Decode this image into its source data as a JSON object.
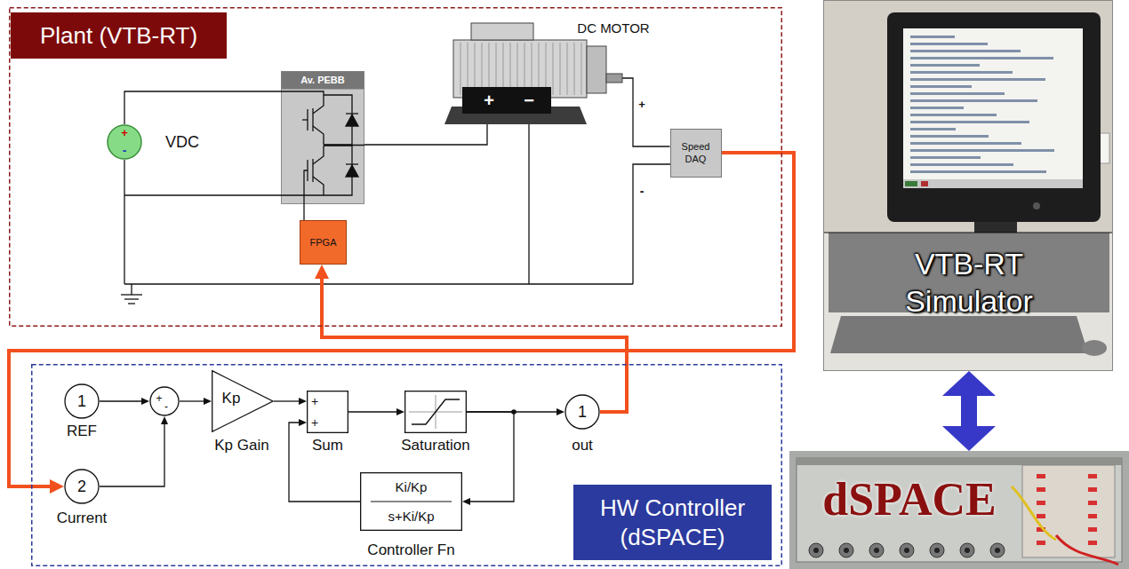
{
  "diagram": {
    "nodes": [
      {
        "text": [
          "Plant (VTB-RT)"
        ]
      },
      {
        "text": [
          "+",
          "-",
          "VDC"
        ],
        "in": 0
      },
      {
        "text": [
          "Av. PEBB"
        ],
        "in": 0
      },
      {
        "text": [
          "DC MOTOR",
          "+",
          "−"
        ],
        "in": 0
      },
      {
        "text": [
          "FPGA"
        ],
        "in": 0
      },
      {
        "text": [
          "Speed DAQ"
        ],
        "in": 0
      },
      {
        "text": [
          "HW Controller (dSPACE)"
        ]
      },
      {
        "text": [
          "1",
          "REF"
        ],
        "in": 6
      },
      {
        "text": [
          "+",
          "-"
        ],
        "in": 6
      },
      {
        "text": [
          "Kp",
          "Kp Gain"
        ],
        "in": 6
      },
      {
        "text": [
          "+",
          "+",
          "Sum"
        ],
        "in": 6
      },
      {
        "text": [
          "Saturation"
        ],
        "in": 6
      },
      {
        "text": [
          "1",
          "out"
        ],
        "in": 6
      },
      {
        "text": [
          "2",
          "Current"
        ],
        "in": 6
      },
      {
        "text": [
          "Ki/Kp",
          "s+Ki/Kp",
          "Controller Fn"
        ],
        "in": 6
      },
      {
        "text": [
          "VTB-RT Simulator"
        ]
      },
      {
        "text": [
          "dSPACE"
        ]
      }
    ],
    "edges": [
      {
        "from": 1,
        "to": 2,
        "arrow": "none"
      },
      {
        "from": 2,
        "to": 3,
        "arrow": "none"
      },
      {
        "from": 4,
        "to": 2,
        "arrow": "none"
      },
      {
        "from": 3,
        "to": 5,
        "arrow": "none"
      },
      {
        "from": 7,
        "to": 8,
        "arrow": "to"
      },
      {
        "from": 13,
        "to": 8,
        "arrow": "to"
      },
      {
        "from": 8,
        "to": 9,
        "arrow": "to"
      },
      {
        "from": 9,
        "to": 10,
        "arrow": "to"
      },
      {
        "from": 10,
        "to": 11,
        "arrow": "to"
      },
      {
        "from": 11,
        "to": 12,
        "arrow": "to"
      },
      {
        "from": 11,
        "to": 14,
        "arrow": "to"
      },
      {
        "from": 14,
        "to": 10,
        "arrow": "to"
      },
      {
        "from": 12,
        "to": 4,
        "arrow": "to"
      },
      {
        "from": 5,
        "to": 13,
        "arrow": "to"
      },
      {
        "from": 15,
        "to": 16,
        "arrow": "both"
      }
    ],
    "labels": [
      "+",
      "-"
    ]
  }
}
